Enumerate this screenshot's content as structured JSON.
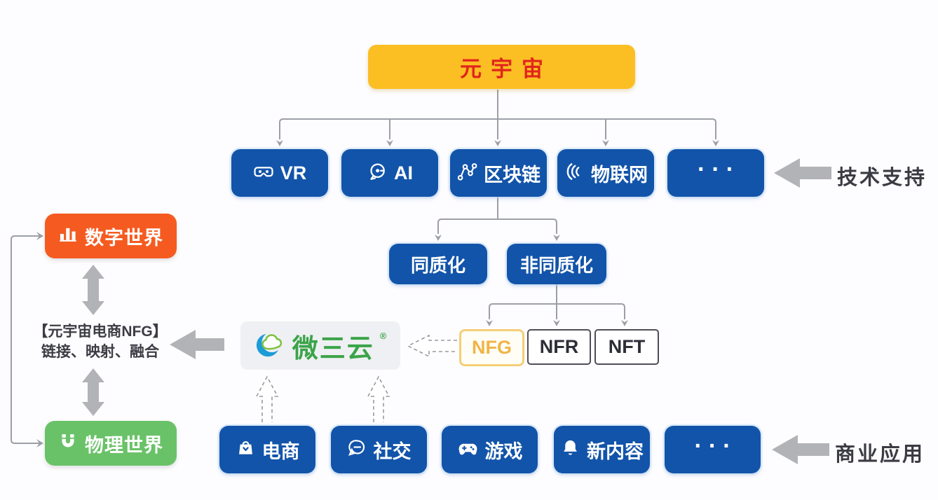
{
  "root_node": {
    "label": "元宇宙"
  },
  "tech": {
    "side_label": "技术支持",
    "items": [
      {
        "label": "VR",
        "icon": "vr-headset-icon"
      },
      {
        "label": "AI",
        "icon": "ai-brain-icon"
      },
      {
        "label": "区块链",
        "icon": "blockchain-nodes-icon"
      },
      {
        "label": "物联网",
        "icon": "iot-waves-icon"
      },
      {
        "label": "···",
        "icon": "ellipsis"
      }
    ]
  },
  "blockchain_split": {
    "left": "同质化",
    "right": "非同质化"
  },
  "token_boxes": [
    {
      "label": "NFG",
      "highlighted": true
    },
    {
      "label": "NFR",
      "highlighted": false
    },
    {
      "label": "NFT",
      "highlighted": false
    }
  ],
  "brand": {
    "name": "微三云",
    "reg_mark": "®"
  },
  "left_flow": {
    "digital_world": "数字世界",
    "bridge_title": "【元宇宙电商NFG】",
    "bridge_subtitle": "链接、映射、融合",
    "physical_world": "物理世界"
  },
  "apps": {
    "side_label": "商业应用",
    "items": [
      {
        "label": "电商",
        "icon": "shopping-bag-icon"
      },
      {
        "label": "社交",
        "icon": "chat-bubble-icon"
      },
      {
        "label": "游戏",
        "icon": "gamepad-icon"
      },
      {
        "label": "新内容",
        "icon": "bell-icon"
      },
      {
        "label": "···",
        "icon": "ellipsis"
      }
    ]
  },
  "colors": {
    "node_blue": "#1254A9",
    "root_yellow": "#FBBE23",
    "root_text_red": "#E1251C",
    "digital_orange": "#F55B20",
    "physical_green": "#6AC268",
    "block_arrow_gray": "#B2B3B6",
    "connector_gray": "#9CA0A6",
    "nfg_gold": "#F0B547",
    "brand_green": "#3BA449"
  }
}
